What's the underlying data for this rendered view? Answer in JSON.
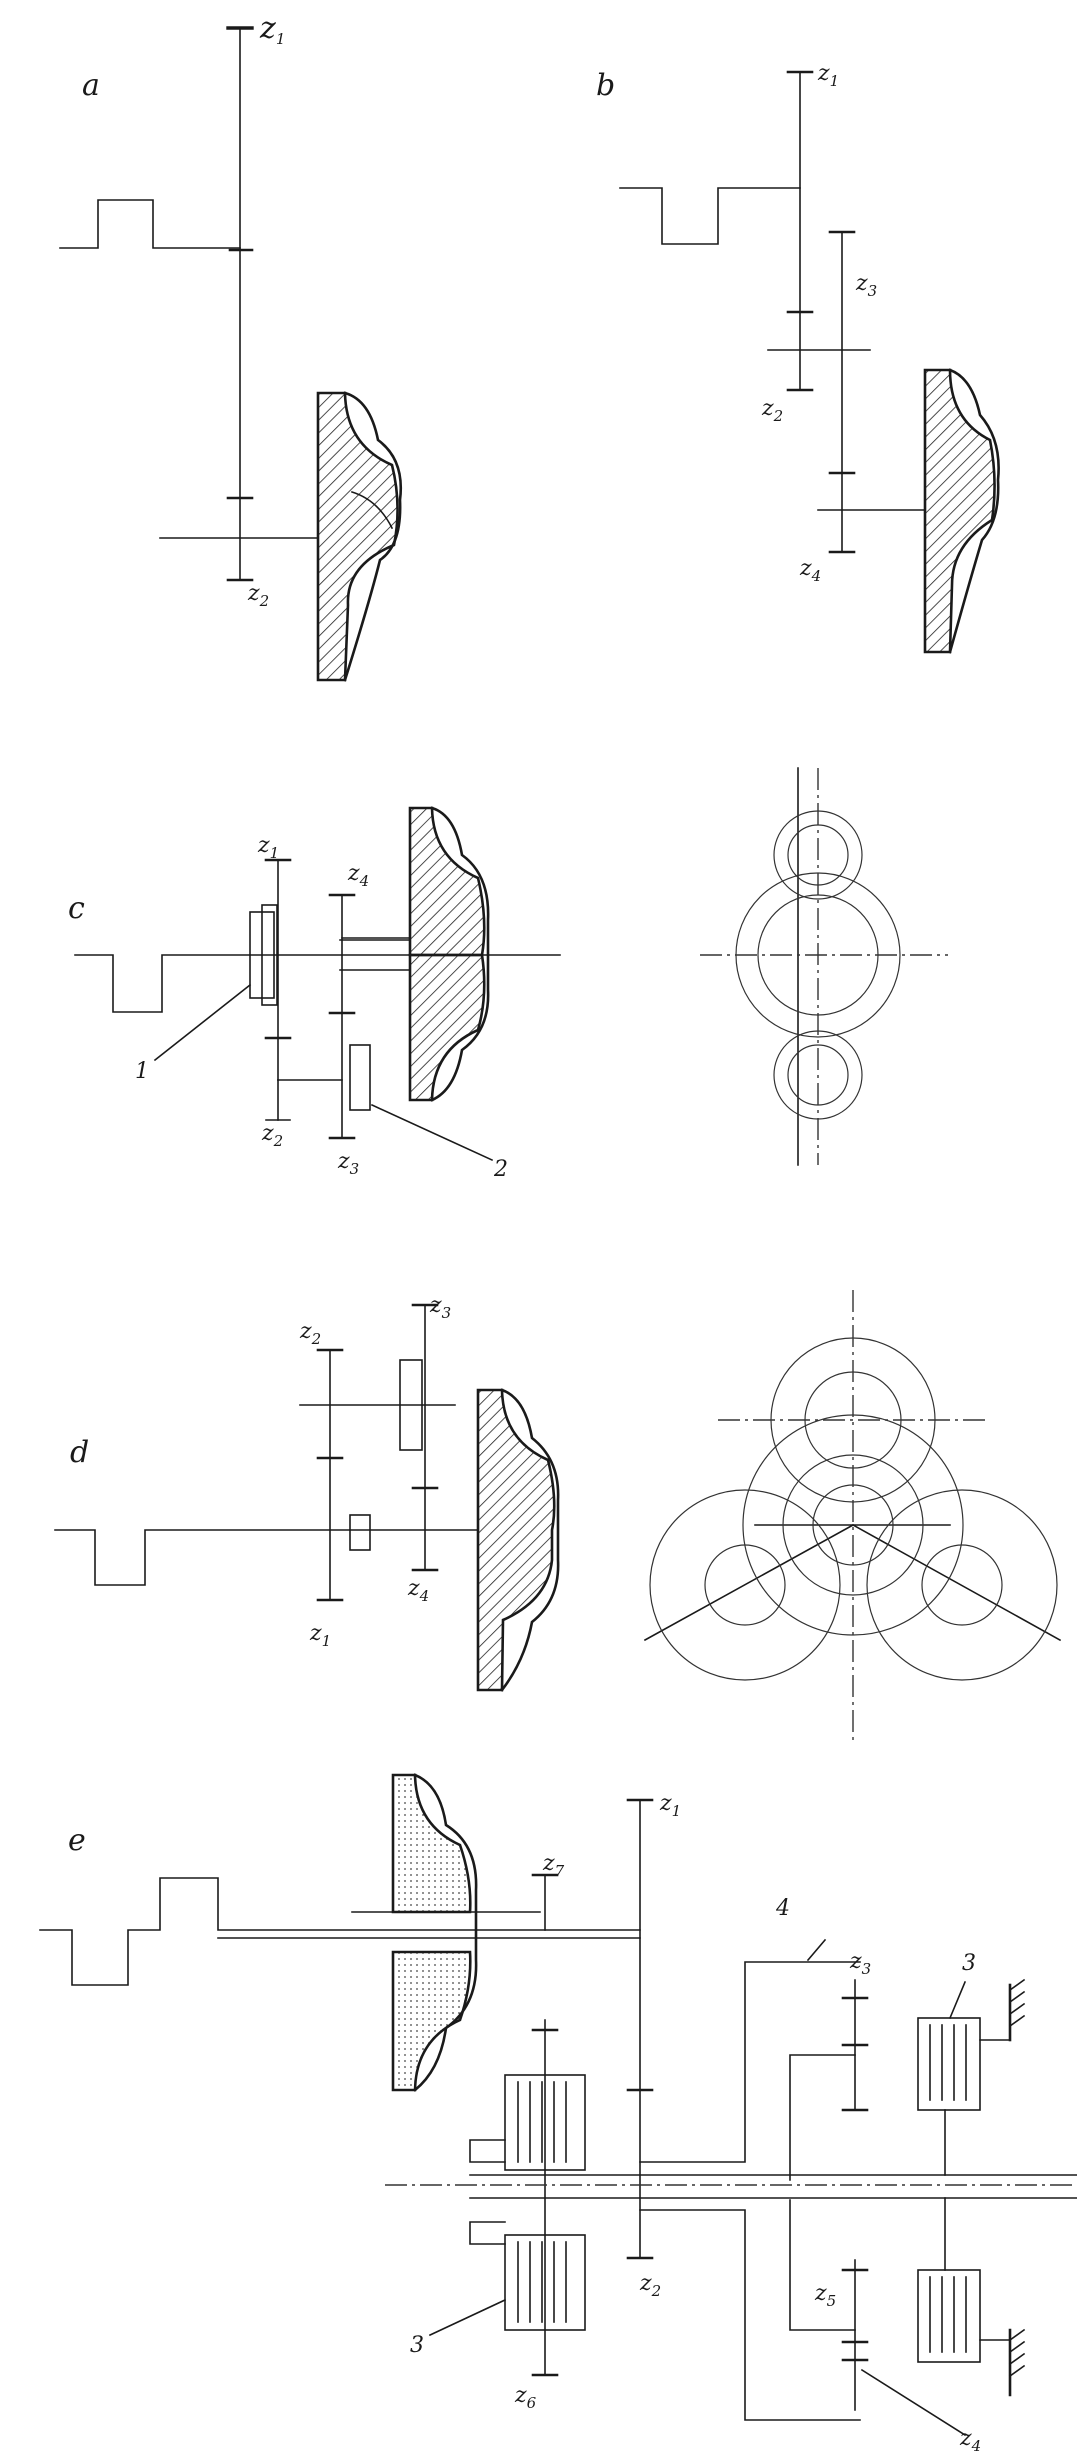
{
  "panels": {
    "a": {
      "label": "a",
      "z1": "1",
      "z2": "2"
    },
    "b": {
      "label": "b",
      "z1": "1",
      "z2": "2",
      "z3": "3",
      "z4": "4"
    },
    "c": {
      "label": "c",
      "z1": "1",
      "z2": "2",
      "z3": "3",
      "z4": "4",
      "n1": "1",
      "n2": "2"
    },
    "d": {
      "label": "d",
      "z1": "1",
      "z2": "2",
      "z3": "3",
      "z4": "4"
    },
    "e": {
      "label": "e",
      "z1": "1",
      "z2": "2",
      "z3": "3",
      "z4": "4",
      "z5": "5",
      "z6": "6",
      "z7": "7",
      "n3a": "3",
      "n3b": "3",
      "n4": "4"
    }
  },
  "z_letter": "z"
}
